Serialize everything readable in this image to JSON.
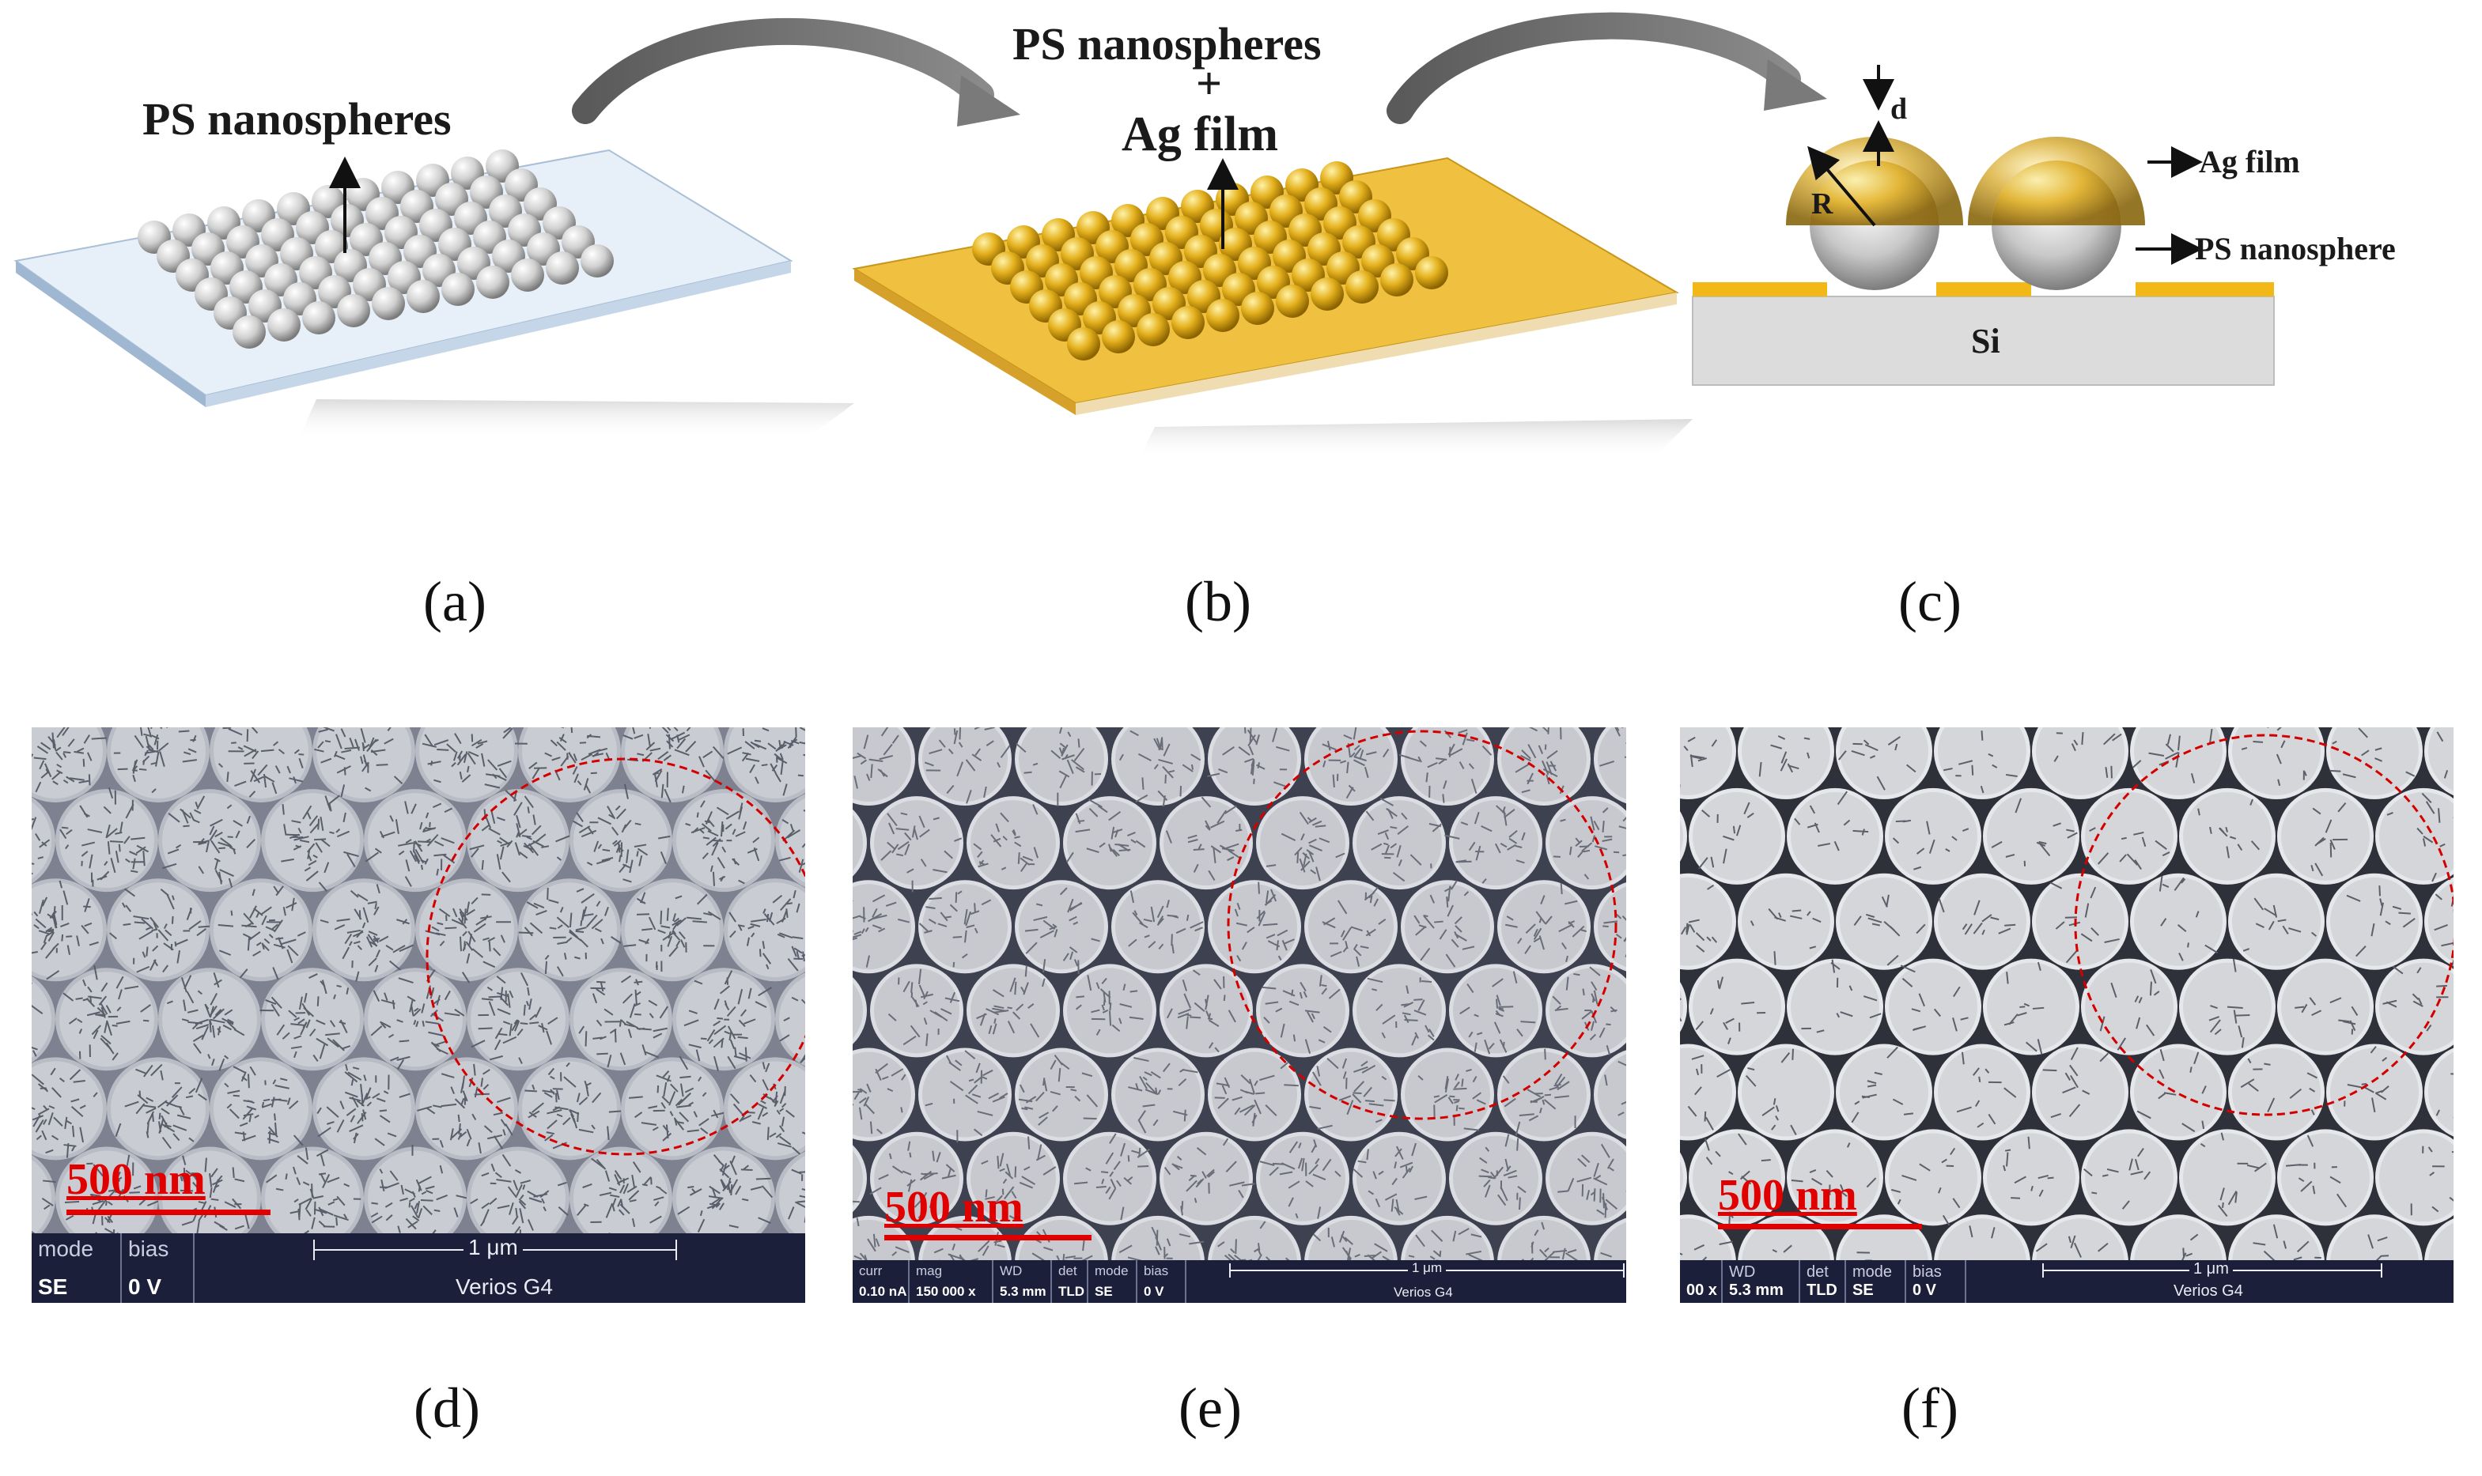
{
  "schematic": {
    "a_label": "PS nanospheres",
    "b_label_1": "PS nanospheres",
    "b_label_plus": "+",
    "b_label_2": "Ag film",
    "c_label_d": "d",
    "c_label_R": "R",
    "c_label_ag": "Ag film",
    "c_label_ps": "PS nanosphere",
    "c_label_si": "Si"
  },
  "panel_labels": [
    "(a)",
    "(b)",
    "(c)",
    "(d)",
    "(e)",
    "(f)"
  ],
  "sem_d": {
    "scale_label": "500 nm",
    "bar": {
      "mode_key": "mode",
      "mode_val": "SE",
      "bias_key": "bias",
      "bias_val": "0 V",
      "scale_text": "1 μm",
      "instrument": "Verios G4"
    }
  },
  "sem_e": {
    "scale_label": "500 nm",
    "bar": {
      "curr_key": "curr",
      "curr_val": "0.10 nA",
      "mag_key": "mag",
      "mag_val": "150 000 x",
      "wd_key": "WD",
      "wd_val": "5.3 mm",
      "det_key": "det",
      "det_val": "TLD",
      "mode_key": "mode",
      "mode_val": "SE",
      "bias_key": "bias",
      "bias_val": "0 V",
      "scale_text": "1 μm",
      "instrument": "Verios G4"
    }
  },
  "sem_f": {
    "scale_label": "500 nm",
    "bar": {
      "mag_val": "00 x",
      "wd_key": "WD",
      "wd_val": "5.3 mm",
      "det_key": "det",
      "det_val": "TLD",
      "mode_key": "mode",
      "mode_val": "SE",
      "bias_key": "bias",
      "bias_val": "0 V",
      "scale_text": "1 μm",
      "instrument": "Verios G4"
    }
  },
  "colors": {
    "gold": "#e8b721",
    "silver": "#d8d8d8",
    "substrate_blue": "#dfeaf6",
    "substrate_gold": "#f0c040",
    "si": "#dcdcdc",
    "highlight_circle": "#d40000",
    "scalebar": "#e00000",
    "databar": "#1c1f3a"
  }
}
